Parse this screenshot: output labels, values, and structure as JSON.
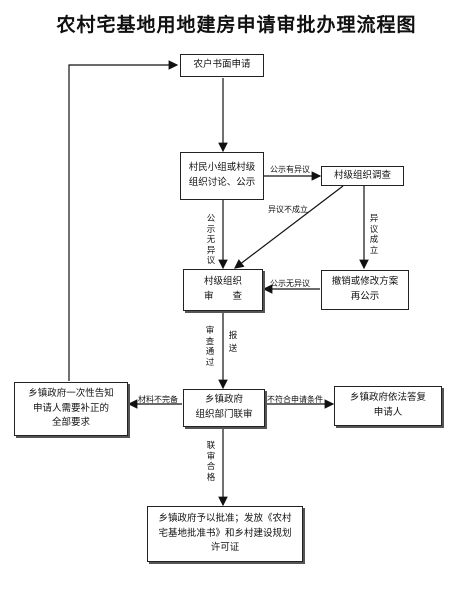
{
  "title": "农村宅基地用地建房申请审批办理流程图",
  "nodes": {
    "apply": "农户书面申请",
    "discuss": "村民小组或村级组织讨论、公示",
    "investigate": "村级组织调查",
    "review": "村级组织\n审　　查",
    "revise": "撤销或修改方案\n再公示",
    "joint": "乡镇政府\n组织部门联审",
    "notify": "乡镇政府一次性告知\n申请人需要补正的\n全部要求",
    "reply": "乡镇政府依法答复\n申请人",
    "approve": "乡镇政府予以批准；发放《农村宅基地批准书》和乡村建设规划许可证"
  },
  "edges": {
    "objection": "公示有异议",
    "no_objection_v": "公示无异议",
    "objection_invalid": "异议不成立",
    "objection_valid": "异议成立",
    "no_objection_h": "公示无异议",
    "passed": "审查通过",
    "report": "报送",
    "incomplete": "材料不完备",
    "not_qualified": "不符合申请条件",
    "joint_passed": "联审合格"
  }
}
